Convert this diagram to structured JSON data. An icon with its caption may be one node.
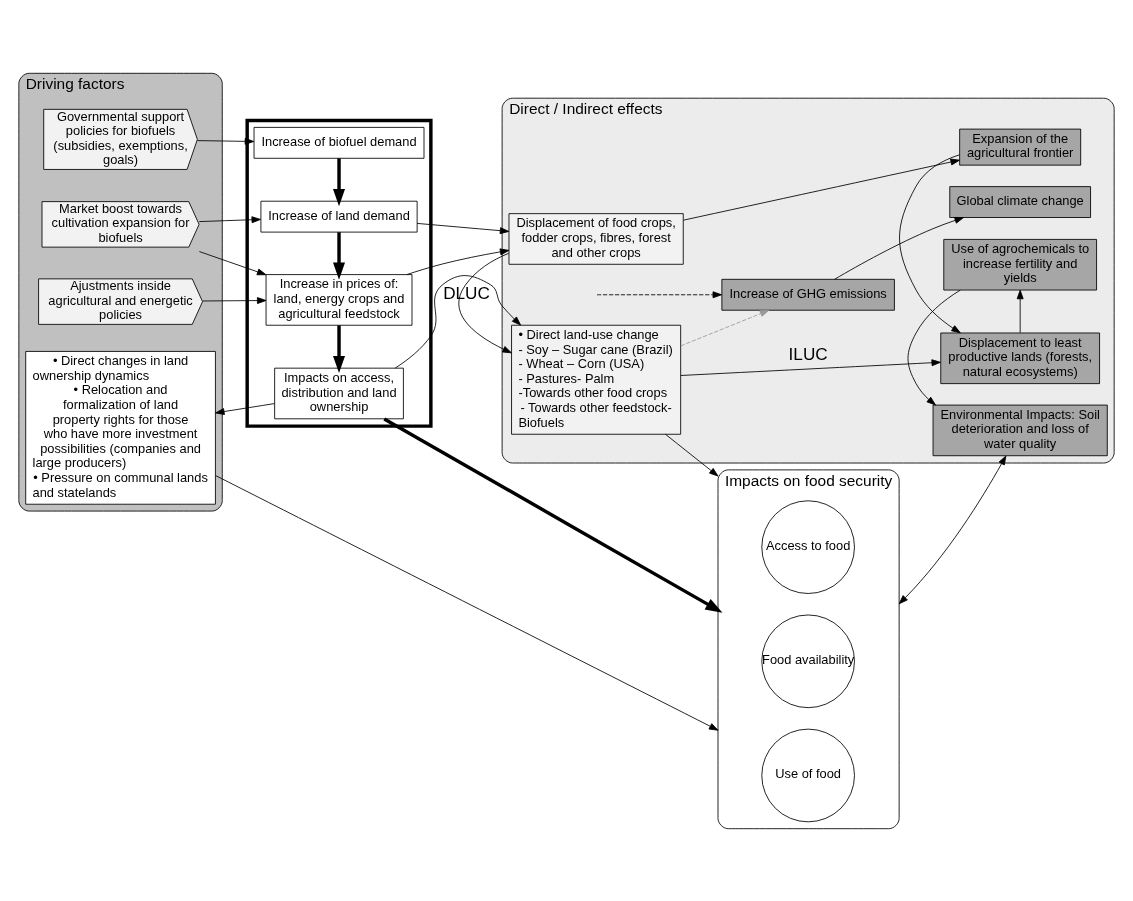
{
  "diagram": {
    "nodes": [
      {
        "text": [
          "Driving factors"
        ]
      },
      {
        "text": [
          "Direct / Indirect effects"
        ]
      },
      {
        "text": [
          "Governmental support policies for biofuels (subsidies, exemptions, goals)"
        ],
        "in": 0
      },
      {
        "text": [
          "Market boost towards cultivation expansion for biofuels"
        ],
        "in": 0
      },
      {
        "text": [
          "Ajustments inside agricultural and energetic policies"
        ],
        "in": 0
      },
      {
        "text": [
          "• Direct changes in land ownership dynamics",
          "• Relocation and formalization of land property rights for those who have more investment possibilities (companies and large producers)",
          "• Pressure on communal lands and statelands"
        ],
        "in": 0
      },
      {
        "text": [],
        "shape": "box"
      },
      {
        "text": [
          "Increase of biofuel demand"
        ],
        "in": 6
      },
      {
        "text": [
          "Increase of land demand"
        ],
        "in": 6
      },
      {
        "text": [
          "Increase in prices of:",
          "land, energy crops and agricultural feedstock"
        ],
        "in": 6
      },
      {
        "text": [
          "Impacts on access, distribution and land ownership"
        ],
        "in": 6
      },
      {
        "text": [
          "Impacts on food security"
        ]
      },
      {
        "text": [
          "Use of food"
        ],
        "in": 11
      },
      {
        "text": [
          "Access to food"
        ],
        "in": 11
      },
      {
        "text": [
          "Food availability"
        ],
        "in": 11
      },
      {
        "text": [
          "Increase of GHG emissions"
        ],
        "in": 1
      },
      {
        "text": [
          "Global climate change"
        ],
        "in": 1
      },
      {
        "text": [
          "Displacement of food crops, fodder crops, fibres, forest and other crops"
        ],
        "in": 1
      },
      {
        "text": [
          "Expansion of the agricultural frontier"
        ],
        "in": 1
      },
      {
        "text": [
          "• Direct land-use change",
          "- Soy – Sugar cane (Brazil)",
          "- Wheat – Corn (USA)",
          "- Pastures- Palm",
          "-Towards other food crops",
          "- Towards other feedstock- Biofuels"
        ],
        "in": 1
      },
      {
        "text": [
          "Displacement to least productive lands (forests, natural ecosystems)"
        ],
        "in": 1
      },
      {
        "text": [
          "Use of agrochemicals to increase fertility and yields"
        ],
        "in": 1
      },
      {
        "text": [
          "Environmental Impacts: Soil deterioration and loss of water quality"
        ],
        "in": 1
      }
    ],
    "edges": [
      {
        "from": 2,
        "to": 7,
        "arrow": "to"
      },
      {
        "from": 3,
        "to": 8,
        "arrow": "to"
      },
      {
        "from": 3,
        "to": 9,
        "arrow": "to"
      },
      {
        "from": 4,
        "to": 9,
        "arrow": "to"
      },
      {
        "from": 7,
        "to": 8,
        "arrow": "to",
        "style": "thick"
      },
      {
        "from": 8,
        "to": 9,
        "arrow": "to",
        "style": "thick"
      },
      {
        "from": 9,
        "to": 10,
        "arrow": "to",
        "style": "thick"
      },
      {
        "from": 10,
        "to": 11,
        "arrow": "to",
        "style": "thick"
      },
      {
        "from": 10,
        "to": 5,
        "arrow": "to"
      },
      {
        "from": 8,
        "to": 17,
        "arrow": "to"
      },
      {
        "from": 9,
        "to": 17,
        "arrow": "to"
      },
      {
        "from": 10,
        "to": 19,
        "arrow": "to"
      },
      {
        "from": 5,
        "to": 11,
        "arrow": "to"
      },
      {
        "from": 19,
        "to": 11,
        "arrow": "to"
      },
      {
        "from": 15,
        "to": 16,
        "arrow": "to"
      },
      {
        "from": 17,
        "to": 18,
        "arrow": "to"
      },
      {
        "from": 17,
        "to": 19,
        "arrow": "to",
        "label": "DLUC"
      },
      {
        "from": 19,
        "to": 15,
        "arrow": "to",
        "style": "dashed",
        "color": "#999999"
      },
      {
        "from": null,
        "to": 15,
        "arrow": "to",
        "style": "dashed"
      },
      {
        "from": 19,
        "to": 20,
        "arrow": "to",
        "label": "ILUC"
      },
      {
        "from": 18,
        "to": 20,
        "arrow": "to"
      },
      {
        "from": 20,
        "to": 21,
        "arrow": "to"
      },
      {
        "from": 21,
        "to": 22,
        "arrow": "to"
      },
      {
        "from": 11,
        "to": 22,
        "arrow": "both"
      }
    ]
  }
}
